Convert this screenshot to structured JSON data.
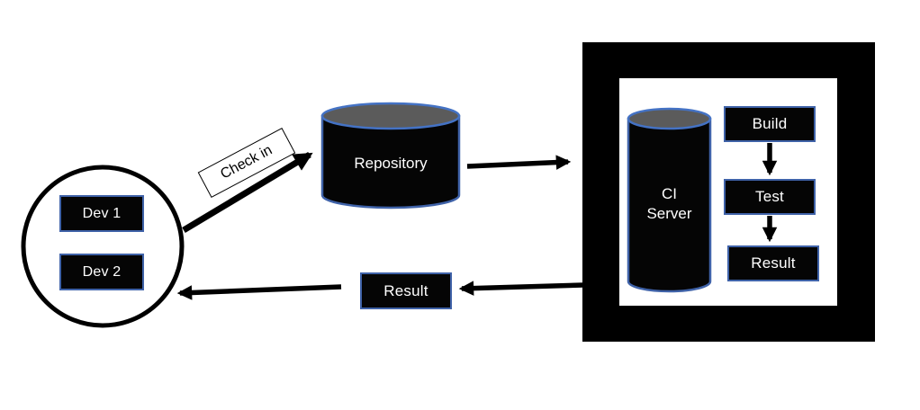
{
  "colors": {
    "background": "#ffffff",
    "frame": "#000000",
    "node_fill": "#050505",
    "node_border": "#3f62a8",
    "cylinder_top": "#5b5b5b",
    "cylinder_stroke": "#4472c4",
    "arrow": "#000000",
    "label_text": "#ffffff",
    "annotation_text": "#000000"
  },
  "developers": {
    "items": [
      {
        "label": "Dev 1"
      },
      {
        "label": "Dev 2"
      }
    ]
  },
  "flow": {
    "check_in_label": "Check in",
    "repository_label": "Repository",
    "result_label": "Result"
  },
  "ci_server_unit": {
    "cylinder_label_line1": "CI",
    "cylinder_label_line2": "Server",
    "steps": [
      {
        "label": "Build"
      },
      {
        "label": "Test"
      },
      {
        "label": "Result"
      }
    ]
  }
}
